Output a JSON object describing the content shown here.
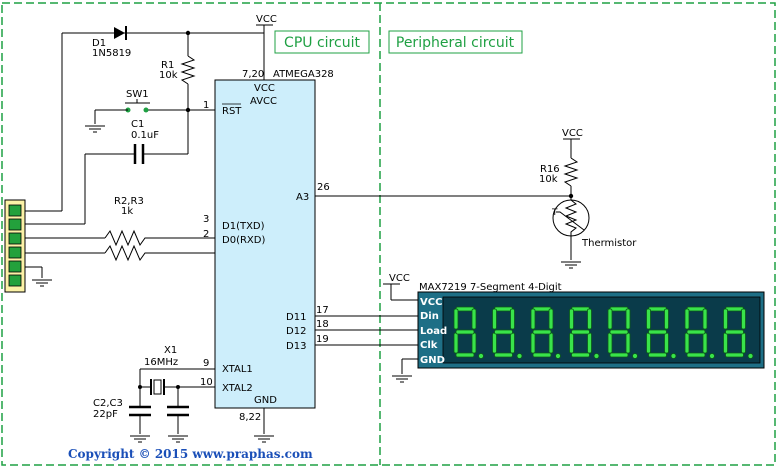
{
  "sections": {
    "cpu": "CPU circuit",
    "peripheral": "Peripheral circuit"
  },
  "copyright": "Copyright © 2015 www.praphas.com",
  "mcu": {
    "name": "ATMEGA328",
    "pin_vcc_num": "7,20",
    "pin_vcc": "VCC",
    "pin_avcc": "AVCC",
    "pin_rst_num": "1",
    "pin_rst": "RST",
    "pin_a3_num": "26",
    "pin_a3": "A3",
    "pin_d1_num": "3",
    "pin_d1": "D1(TXD)",
    "pin_d0_num": "2",
    "pin_d0": "D0(RXD)",
    "pin_d11_num": "17",
    "pin_d11": "D11",
    "pin_d12_num": "18",
    "pin_d12": "D12",
    "pin_d13_num": "19",
    "pin_d13": "D13",
    "pin_x1_num": "9",
    "pin_x1": "XTAL1",
    "pin_x2_num": "10",
    "pin_x2": "XTAL2",
    "pin_gnd_num": "8,22",
    "pin_gnd": "GND"
  },
  "components": {
    "vcc_top": "VCC",
    "d1_name": "D1",
    "d1_part": "1N5819",
    "r1_name": "R1",
    "r1_value": "10k",
    "sw1": "SW1",
    "c1_name": "C1",
    "c1_value": "0.1uF",
    "r23_name": "R2,R3",
    "r23_value": "1k",
    "x1_name": "X1",
    "x1_value": "16MHz",
    "c23_name": "C2,C3",
    "c23_value": "22pF",
    "vcc_r16": "VCC",
    "r16_name": "R16",
    "r16_value": "10k",
    "thermistor": "Thermistor",
    "vcc_disp": "VCC"
  },
  "display": {
    "title": "MAX7219  7-Segment  4-Digit",
    "pins": [
      "VCC",
      "Din",
      "Load",
      "Clk",
      "GND"
    ],
    "digits": 8,
    "digit_color": "#39e34a",
    "panel_color": "#1e6f86"
  },
  "colors": {
    "mcu_fill": "#cdeefb",
    "border_green": "#1fa043",
    "header_fill": "#1fa043",
    "copyright": "#1a4fb8"
  }
}
